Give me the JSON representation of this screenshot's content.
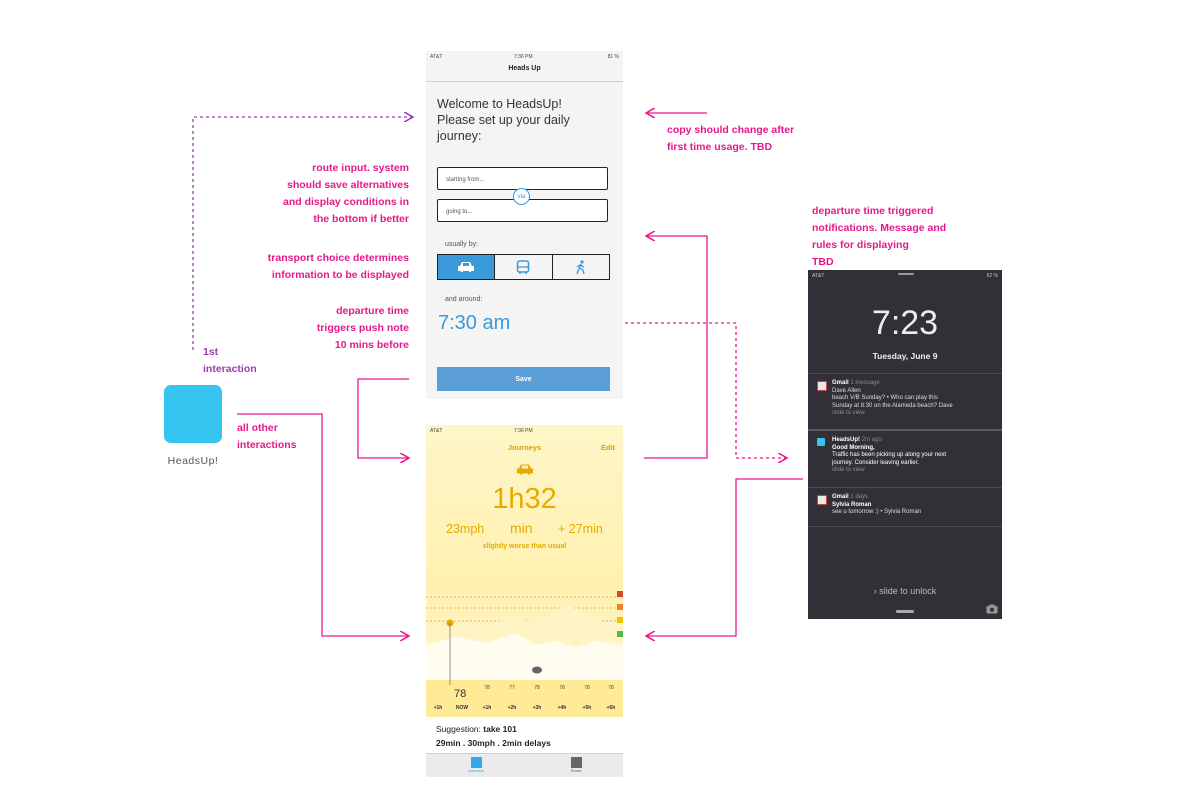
{
  "annotations": {
    "copy_note": [
      "copy should change after",
      "first time usage. TBD"
    ],
    "route_note": [
      "route input. system",
      "should save alternatives",
      "and display conditions in",
      "the bottom if better"
    ],
    "transport_note": [
      "transport choice determines",
      "information to be displayed"
    ],
    "departure_note": [
      "departure time",
      "triggers push note",
      "10 mins before"
    ],
    "notification_note": [
      "departure time  triggered",
      "notifications. Message and",
      "rules for displaying",
      "TBD"
    ],
    "first_interaction": [
      "1st",
      "interaction"
    ],
    "other_interactions": [
      "all other",
      "interactions"
    ]
  },
  "app_icon": {
    "label": "HeadsUp!",
    "color": "#36c5f0"
  },
  "colors": {
    "annotation": "#e6198c",
    "first_path": "#9a3fb0",
    "accent_blue": "#3a9ad9",
    "journey_yellow": "#e8aa00"
  },
  "setup_screen": {
    "status": {
      "carrier": "AT&T",
      "time": "7:36 PM",
      "battery": "81 %"
    },
    "title": "Heads Up",
    "welcome": [
      "Welcome to HeadsUp!",
      "Please set up your daily",
      "journey:"
    ],
    "from_placeholder": "starting from...",
    "to_placeholder": "going to...",
    "via": "via",
    "usually_label": "usually by:",
    "transport": [
      {
        "icon": "car-icon",
        "selected": true
      },
      {
        "icon": "bus-icon",
        "selected": false
      },
      {
        "icon": "walk-icon",
        "selected": false
      }
    ],
    "around_label": "and around:",
    "time": "7:30 am",
    "save": "Save"
  },
  "journey_screen": {
    "status": {
      "carrier": "AT&T",
      "time": "7:36 PM"
    },
    "title": "Journeys",
    "edit": "Edit",
    "duration": "1h32",
    "speed": "23mph",
    "unit": "min",
    "delta": "+ 27min",
    "status_text": "slightly worse than usual",
    "now_temp": "78",
    "forecast_temps": [
      "78",
      "77",
      "78",
      "78",
      "78",
      "78"
    ],
    "hours": [
      "+1h",
      "NOW",
      "+1h",
      "+2h",
      "+3h",
      "+4h",
      "+5h",
      "+6h"
    ],
    "suggestion_label": "Suggestion: ",
    "suggestion_value": "take 101",
    "suggestion_detail": "29min . 30mph . 2min delays",
    "tabs": [
      "Journeys",
      "Share"
    ]
  },
  "lock_screen": {
    "status": {
      "carrier": "AT&T",
      "battery": "62 %"
    },
    "clock": "7:23",
    "date": "Tuesday, June 9",
    "notifications": [
      {
        "app": "Gmail",
        "meta": "1 message",
        "lines": [
          "Dave Allen",
          "beach V/B Sunday?  •  Who can play this",
          "Sunday at 8:30 on the Alameda beach? Dave"
        ],
        "hint": "slide to view",
        "icon_color": "#e0e0e0"
      },
      {
        "app": "HeadsUp!",
        "meta": "2m ago",
        "lines": [
          "Good Morning,",
          "Traffic has been picking up along your next",
          "journey. Consider leaving earlier."
        ],
        "hint": "slide to view",
        "icon_color": "#36c5f0"
      },
      {
        "app": "Gmail",
        "meta": "1 days",
        "lines": [
          "Sylvia Roman",
          "see u tomorrow :)  •  Sylvia Roman"
        ],
        "hint": "",
        "icon_color": "#e0e0e0"
      }
    ],
    "unlock": "slide to unlock"
  }
}
